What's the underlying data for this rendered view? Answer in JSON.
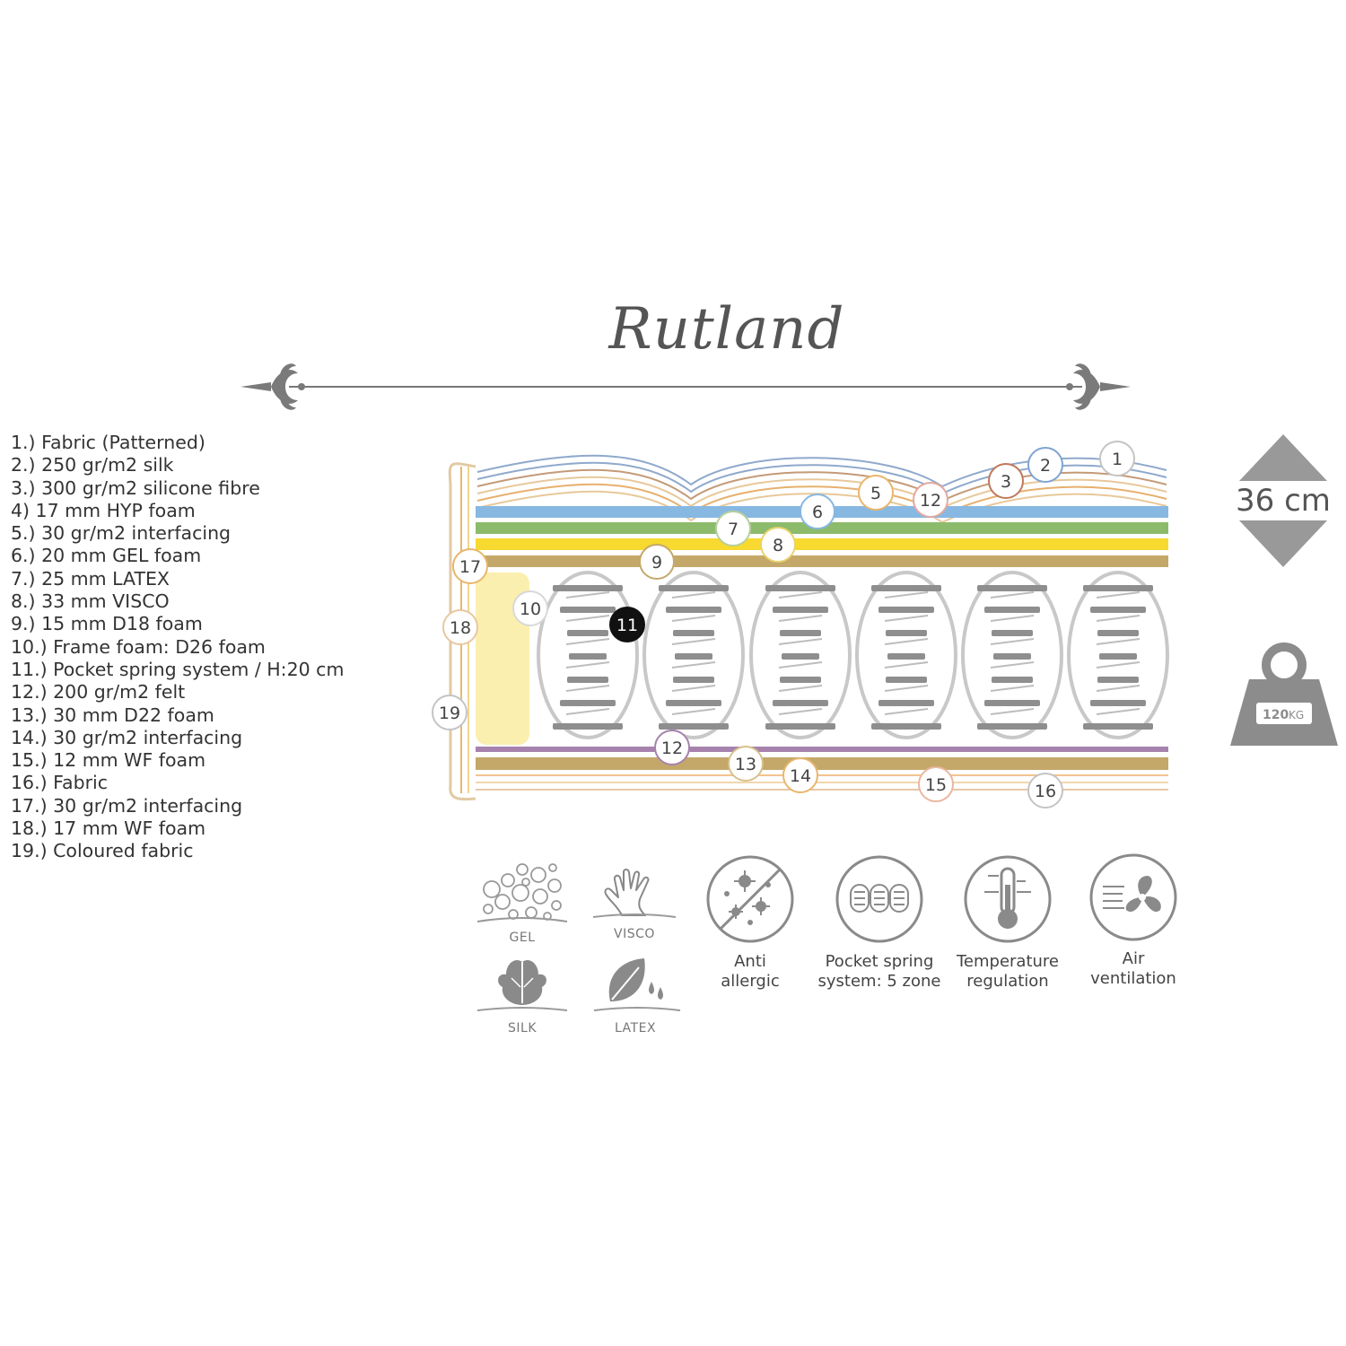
{
  "product": {
    "name": "Rutland"
  },
  "layers": [
    "1.) Fabric (Patterned)",
    "2.) 250 gr/m2 silk",
    "3.) 300 gr/m2 silicone fibre",
    "4) 17 mm HYP foam",
    "5.) 30 gr/m2 interfacing",
    "6.) 20 mm GEL foam",
    "7.) 25 mm LATEX",
    "8.) 33 mm VISCO",
    "9.) 15 mm D18 foam",
    "10.) Frame foam: D26 foam",
    "11.) Pocket spring system / H:20 cm",
    "12.) 200 gr/m2 felt",
    "13.) 30 mm D22 foam",
    "14.) 30 gr/m2 interfacing",
    "15.) 12 mm WF foam",
    "16.) Fabric",
    "17.) 30 gr/m2 interfacing",
    "18.) 17 mm WF foam",
    "19.) Coloured fabric"
  ],
  "callouts": [
    "1",
    "2",
    "3",
    "5",
    "12",
    "6",
    "7",
    "8",
    "9",
    "17",
    "10",
    "11",
    "18",
    "19",
    "12",
    "13",
    "14",
    "15",
    "16"
  ],
  "specs": {
    "height": "36 cm",
    "weight_value": "120",
    "weight_unit": "KG"
  },
  "materials": [
    "GEL",
    "VISCO",
    "SILK",
    "LATEX"
  ],
  "features": [
    {
      "line1": "Anti",
      "line2": "allergic"
    },
    {
      "line1": "Pocket spring",
      "line2": "system: 5 zone"
    },
    {
      "line1": "Temperature",
      "line2": "regulation"
    },
    {
      "line1": "Air",
      "line2": "ventilation"
    }
  ],
  "colors": {
    "fabric": "#8fa9cc",
    "silk": "#c49a78",
    "fibre": "#e8c89a",
    "gel": "#87b8e2",
    "latex": "#8cbb6b",
    "visco": "#f7d92f",
    "d18": "#c4a86a",
    "frame": "#fbefb0",
    "felt": "#a682ad",
    "d22": "#c4a86a",
    "springs": "#8e8e8e",
    "icon_gray": "#8a8a8a"
  }
}
